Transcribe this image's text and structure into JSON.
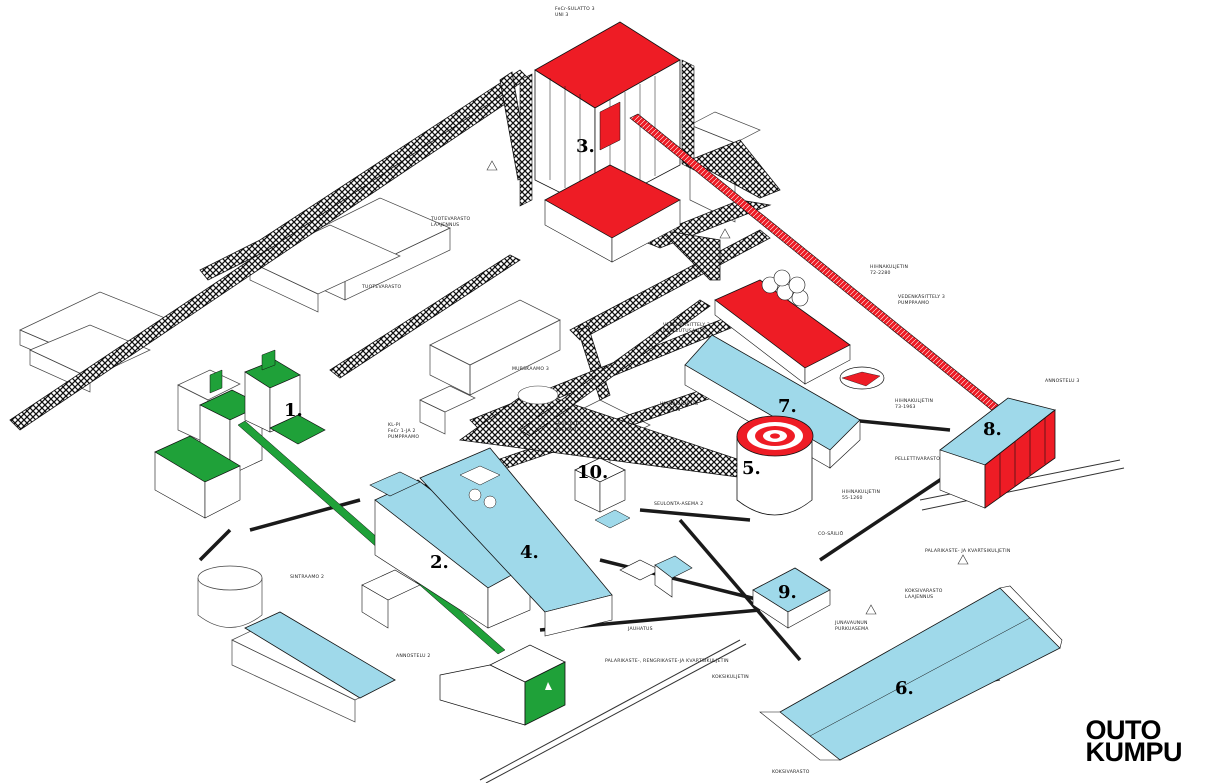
{
  "colors": {
    "red": "#ee1c25",
    "green": "#1fa139",
    "light_blue": "#9fd9ea",
    "line": "#1a1a1a",
    "conveyor": "#222222"
  },
  "numbers": {
    "n1": "1.",
    "n2": "2.",
    "n3": "3.",
    "n4": "4.",
    "n5": "5.",
    "n6": "6.",
    "n7": "7.",
    "n8": "8.",
    "n9": "9.",
    "n10": "10."
  },
  "labels": {
    "fecr_sulatto_1": "FeCr-SULATTO 3",
    "fecr_sulatto_2": "UNI 3",
    "tuotevarasto_lajennus_1": "TUOTEVARASTO",
    "tuotevarasto_lajennus_2": "LAAJENNUS",
    "tuotevarasto": "TUOTEVARASTO",
    "murskaamo": "MURSKAAMO 3",
    "vedenkasittely_lasku_1": "VEDENKÄSITTELY 3",
    "vedenkasittely_lasku_2": "LASKEUTUSALLAS",
    "vedenkasittely_pump_1": "VEDENKÄSITTELY 3",
    "vedenkasittely_pump_2": "PUMPPAAMO",
    "hihnakuljetin_top_1": "HIHNAKULJETIN",
    "hihnakuljetin_top_2": "72-2280",
    "annostelu3": "ANNOSTELU 3",
    "hihnakuljetin_right_1": "HIHNAKULJETIN",
    "hihnakuljetin_right_2": "73-1963",
    "pellettivarasto": "PELLETTIVARASTO",
    "hihnakuljetin_mid_1": "HIHNAKULJETIN",
    "hihnakuljetin_mid_2": "55-1260",
    "co_kaasu": "CO-SÄILIÖ",
    "seulonta_asema_1": "SEULONTA-",
    "seulonta_asema_2": "ASEMA 1",
    "seulonta_asema2": "SEULONTA-ASEMA 2",
    "hihnakuljetin_small_1": "HIHNAKULJETIN",
    "hihnakuljetin_small_2": "51-3025",
    "pumppaamo_1": "KL-PI",
    "pumppaamo_2": "FeCr 1-JA 2",
    "pumppaamo_3": "PUMPPAAMO",
    "sintraamo": "SINTRAAMO 2",
    "annostelu2": "ANNOSTELU 2",
    "jauhatus": "JAUHATUS",
    "palarikaste_rengas": "PALARIKASTE-, RENGRIKASTE-JA KVARTSIKULJETIN",
    "palarikaste_kvartsi": "PALARIKASTE- JA KVARTSIKULJETIN",
    "junavaunun_1": "JUNAVAUNUN",
    "junavaunun_2": "PURKUASEMA",
    "koksikuljetin": "KOKSIKULJETIN",
    "koksivarasto_lajennus_1": "KOKSIVARASTO",
    "koksivarasto_lajennus_2": "LAAJENNUS",
    "koksivarasto": "KOKSIVARASTO"
  },
  "logo": {
    "line1": "OUTO",
    "line2": "KUMPU"
  }
}
